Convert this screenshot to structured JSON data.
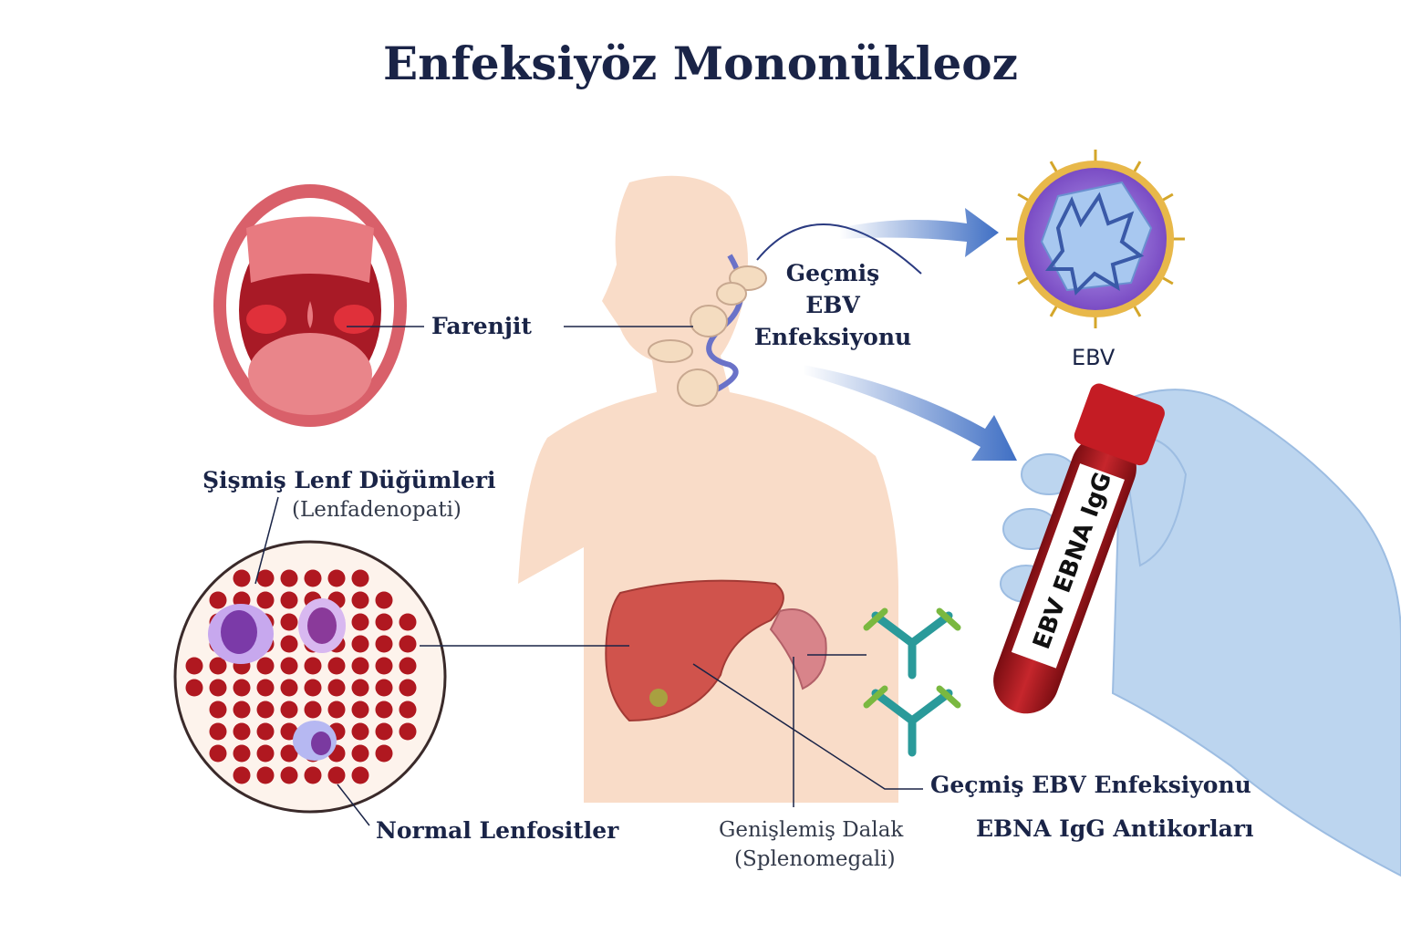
{
  "title": "Enfeksiyöz Mononükleoz",
  "labels": {
    "pharyngitis": "Farenjit",
    "past_infection_neck": [
      "Geçmiş",
      "EBV",
      "Enfeksiyonu"
    ],
    "virus": "EBV",
    "lymph_nodes": "Şişmiş Lenf Düğümleri",
    "lymph_nodes_sub": "(Lenfadenopati)",
    "normal_lymphocytes": "Normal Lenfositler",
    "spleen": "Genişlemiş Dalak",
    "spleen_sub": "(Splenomegali)",
    "past_infection": "Geçmiş EBV Enfeksiyonu",
    "antibodies": "EBNA IgG Antikorları"
  },
  "tube_label": "EBV EBNA IgG",
  "colors": {
    "title": "#1a2447",
    "skin": "#f9dcc8",
    "blood": "#b01820",
    "virus": "#8a5fd0",
    "glove": "#b9d4ef",
    "arrow": "#3f6fc4"
  }
}
